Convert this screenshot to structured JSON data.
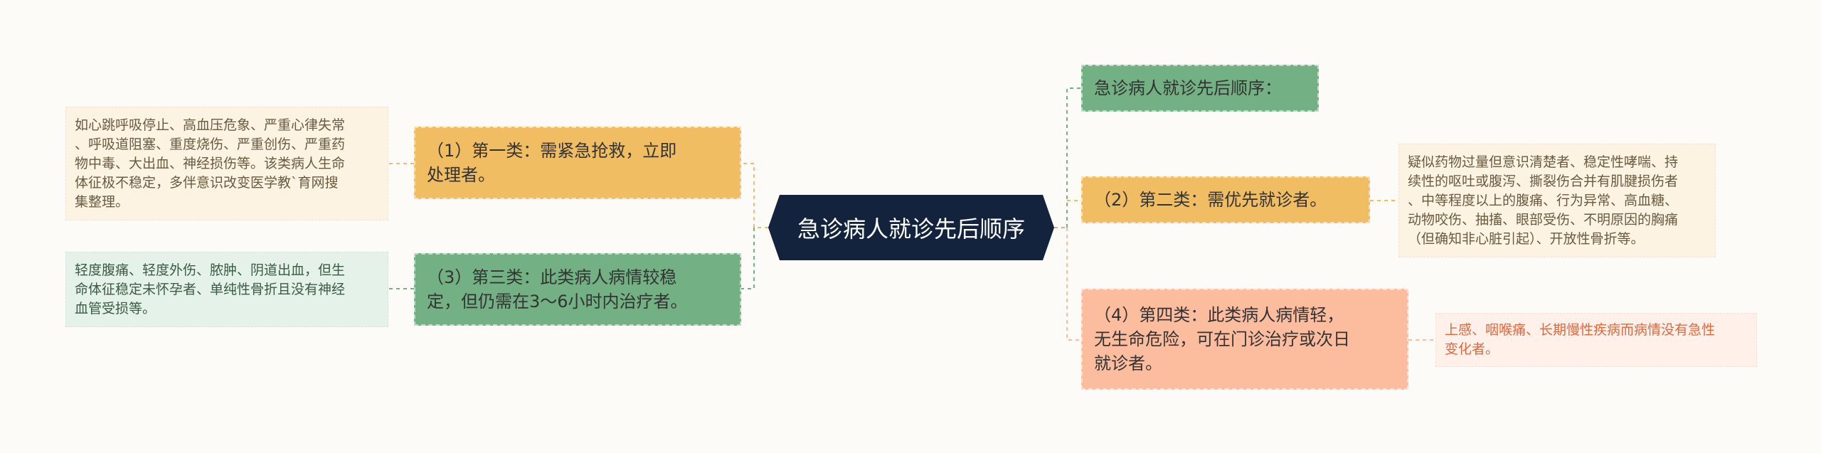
{
  "root": {
    "label": "急诊病人就诊先后顺序"
  },
  "branches": [
    {
      "id": "intro",
      "label": "急诊病人就诊先后顺序："
    },
    {
      "id": "first",
      "label": "（1）第一类：需紧急抢救，立即\n处理者。",
      "detail": "如心跳呼吸停止、高血压危象、严重心律失常\n、呼吸道阻塞、重度烧伤、严重创伤、严重药\n物中毒、大出血、神经损伤等。该类病人生命\n体征极不稳定，多伴意识改变医学教`育网搜\n集整理。"
    },
    {
      "id": "second",
      "label": "（2）第二类：需优先就诊者。",
      "detail": "疑似药物过量但意识清楚者、稳定性哮喘、持\n续性的呕吐或腹泻、撕裂伤合并有肌腱损伤者\n、中等程度以上的腹痛、行为异常、高血糖、\n动物咬伤、抽搐、眼部受伤、不明原因的胸痛\n（但确知非心脏引起）、开放性骨折等。"
    },
    {
      "id": "third",
      "label": "（3）第三类：此类病人病情较稳\n定，但仍需在3～6小时内治疗者。",
      "detail": "轻度腹痛、轻度外伤、脓肿、阴道出血，但生\n命体征稳定未怀孕者、单纯性骨折且没有神经\n血管受损等。"
    },
    {
      "id": "fourth",
      "label": "（4）第四类：此类病人病情轻，\n无生命危险，可在门诊治疗或次日\n就诊者。",
      "detail": "上感、咽喉痛、长期慢性疾病而病情没有急性\n变化者。"
    }
  ],
  "colors": {
    "background": "#fdfbf8",
    "root": "#13233d",
    "orange": "#f0bd63",
    "green": "#73b184",
    "salmon": "#fcbc9e",
    "cream_leaf": "#fcf3e3",
    "mint_leaf": "#e5f2e9",
    "peach_leaf": "#fff1e9"
  }
}
